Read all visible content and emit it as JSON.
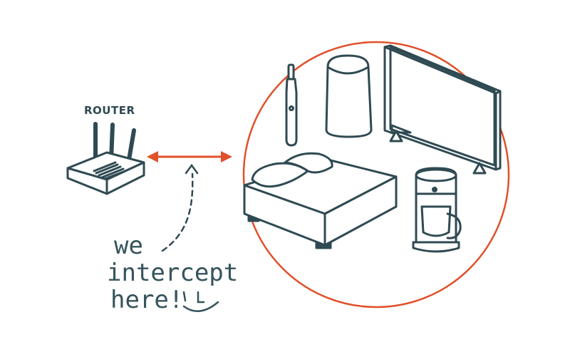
{
  "router": {
    "label": "ROUTER"
  },
  "annotation": {
    "lines": [
      "we",
      "intercept",
      "here!"
    ]
  },
  "icons": [
    "router-icon",
    "double-arrow-icon",
    "dashed-arrow-icon",
    "smiley-icon",
    "toothbrush-icon",
    "speaker-icon",
    "tv-icon",
    "bed-icon",
    "coffee-maker-icon"
  ],
  "colors": {
    "outline": "#2f4a52",
    "accent": "#e0502a",
    "background": "#ffffff"
  }
}
